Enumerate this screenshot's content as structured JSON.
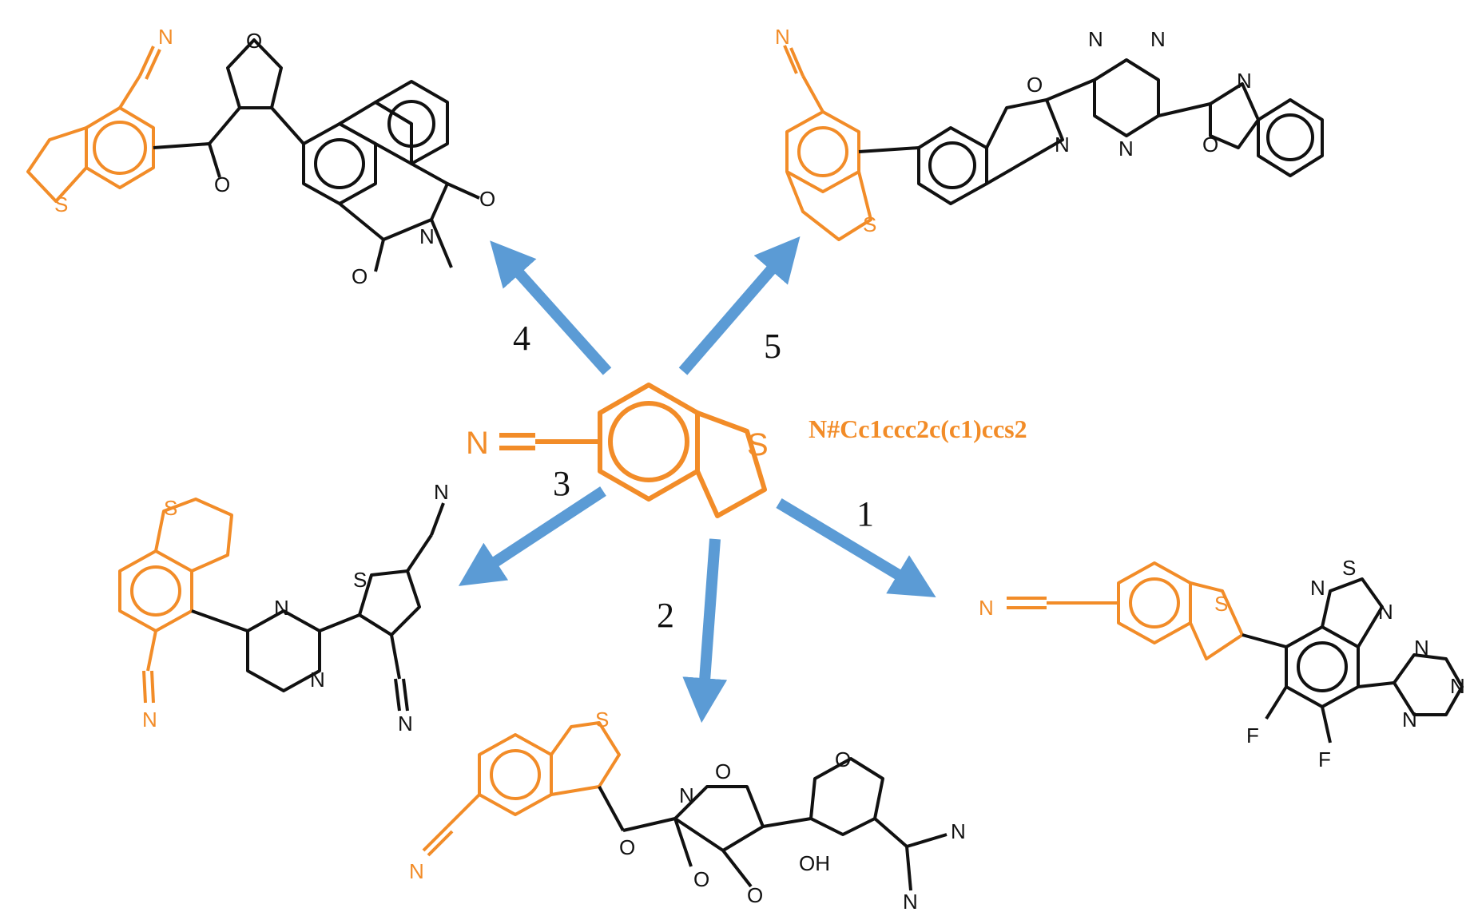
{
  "colors": {
    "scaffold": "#F28C28",
    "bond": "#111111",
    "arrow": "#5B9BD5",
    "background": "#FFFFFF"
  },
  "smiles": "N#Cc1ccc2c(c1)ccs2",
  "arrow_labels": [
    "1",
    "2",
    "3",
    "4",
    "5"
  ],
  "atoms": {
    "core_n": "N",
    "core_s": "S",
    "n": "N",
    "o": "O",
    "s": "S",
    "f": "F",
    "oh": "OH"
  }
}
